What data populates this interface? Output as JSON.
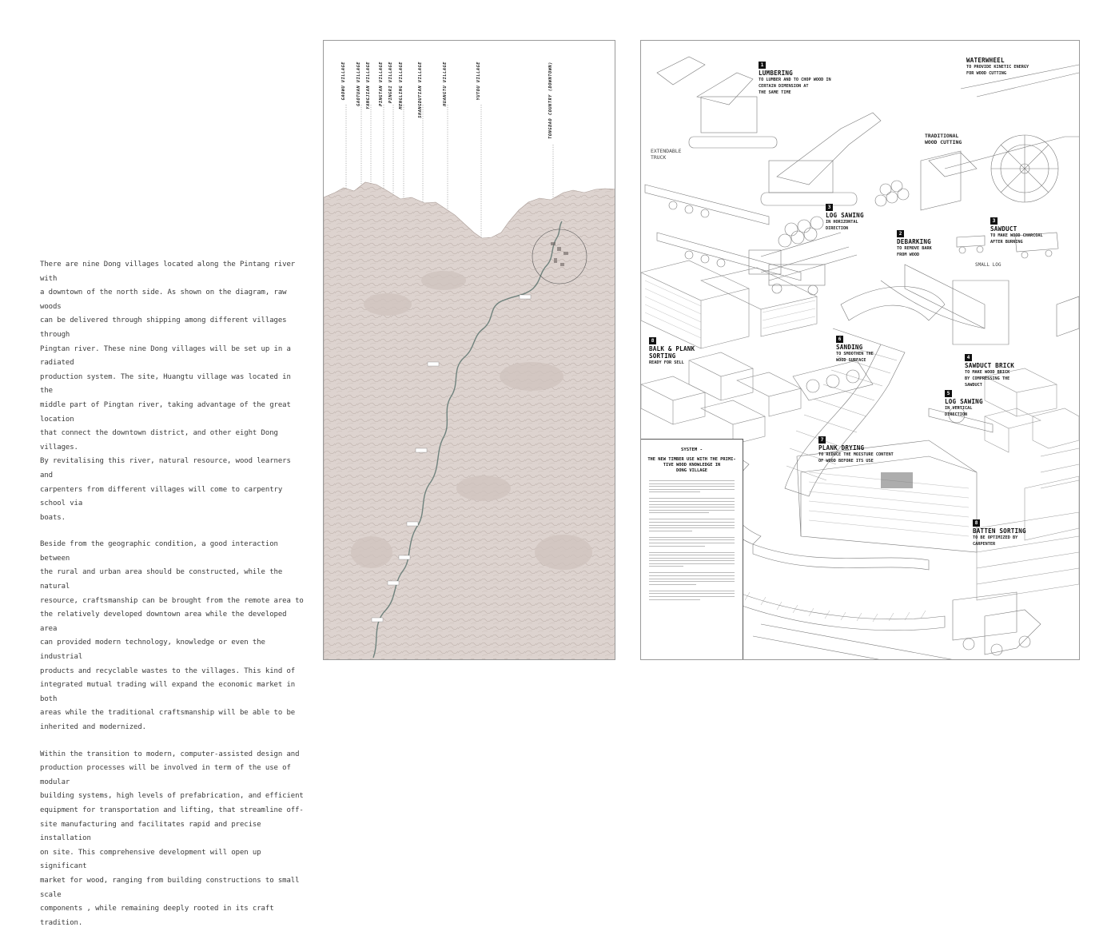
{
  "text_column": {
    "paragraphs": [
      "There are nine Dong villages located along the Pintang river with\na downtown of the north side. As shown on the diagram, raw woods\ncan be delivered through shipping among different villages through\nPingtan river. These nine Dong villages will be set up in a radiated\nproduction system. The site, Huangtu village was located in the\nmiddle part of Pingtan river, taking advantage of the great location\nthat connect the downtown district, and other eight Dong villages.\nBy revitalising this river, natural resource, wood learners and\ncarpenters from different villages will come to carpentry school via\nboats.",
      "Beside from the geographic condition, a good interaction between\nthe rural and urban area should be constructed, while the natural\nresource, craftsmanship can be brought from the remote area to\nthe relatively developed downtown area while the developed area\ncan provided modern technology, knowledge or even the industrial\nproducts and recyclable wastes to the villages. This kind of\nintegrated mutual trading will expand the economic market in both\nareas while the traditional craftsmanship will be able to be\ninherited and modernized.",
      "Within the transition to modern, computer-assisted design and\nproduction processes will be involved in term of the use of modular\nbuilding systems, high levels of prefabrication, and efficient\nequipment for transportation and lifting, that streamline off-\nsite manufacturing and facilitates rapid and precise installation\non site. This comprehensive development will open up significant\nmarket for wood, ranging from building constructions to small scale\ncomponents , while remaining deeply rooted in its craft tradition."
    ]
  },
  "map": {
    "villages": [
      "GAOWU VILLAGE",
      "GAOTUAN VILLAGE",
      "YANGJIAN VILLAGE",
      "PINGTAN VILLAGE",
      "PINGRI VILLAGE",
      "MENGLING VILLAGE",
      "SHANGDUTIAN VILLAGE",
      "HUANGTU VILLAGE",
      "YUTOU VILLAGE",
      "TONGDAO COUNTRY (DOWNTOWN)"
    ],
    "terrain_color": "#d9cfcb",
    "river_color": "#7e8e8a"
  },
  "production": {
    "steps": [
      {
        "number": "1",
        "title": "LUMBERING",
        "desc": "TO LUMBER AND TO CHOP WOOD IN\nCERTAIN DIMENSION AT\nTHE SAME TIME"
      },
      {
        "number": "2",
        "title": "DEBARKING",
        "desc": "TO REMOVE BARK\nFROM WOOD"
      },
      {
        "number": "3",
        "title": "LOG SAWING",
        "desc": "IN HORIZONTAL\nDIRECTION"
      },
      {
        "number": "3",
        "title": "SAWDUCT",
        "desc": "TO MAKE WOOD CHARCOAL\nAFTER BURNING"
      },
      {
        "number": "4",
        "title": "SAWDUCT BRICK",
        "desc": "TO MAKE WOOD BRICK\nBY COMPRESSING THE\nSAWDUCT"
      },
      {
        "number": "5",
        "title": "LOG SAWING",
        "desc": "IN VERTICAL\nDIRECTION"
      },
      {
        "number": "6",
        "title": "SANDING",
        "desc": "TO SMOOTHEN THE\nWOOD SURFACE"
      },
      {
        "number": "7",
        "title": "PLANK DRYING",
        "desc": "TO REDUCE THE MOISTURE CONTENT\nOF WOOD BEFORE ITS USE"
      },
      {
        "number": "8",
        "title": "BALK & PLANK\nSORTING",
        "desc": "READY FOR SELL"
      },
      {
        "number": "8",
        "title": "BATTEN SORTING",
        "desc": "TO BE OPTIMIZED BY\nCARPENTER"
      }
    ],
    "waterwheel": {
      "title": "WATERWHEEL",
      "desc": "TO PROVIDE KINETIC ENERGY\nFOR WOOD CUTTING"
    },
    "traditional": "TRADITIONAL\nWOOD CUTTING",
    "truck": "EXTENDABLE\nTRUCK",
    "small_log": "SMALL LOG",
    "system": {
      "label": "SYSTEM -",
      "heading": "THE NEW TIMBER USE WITH THE PRIMI-\nTIVE WOOD KNOWLEDGE IN\nDONG VILLAGE"
    }
  }
}
